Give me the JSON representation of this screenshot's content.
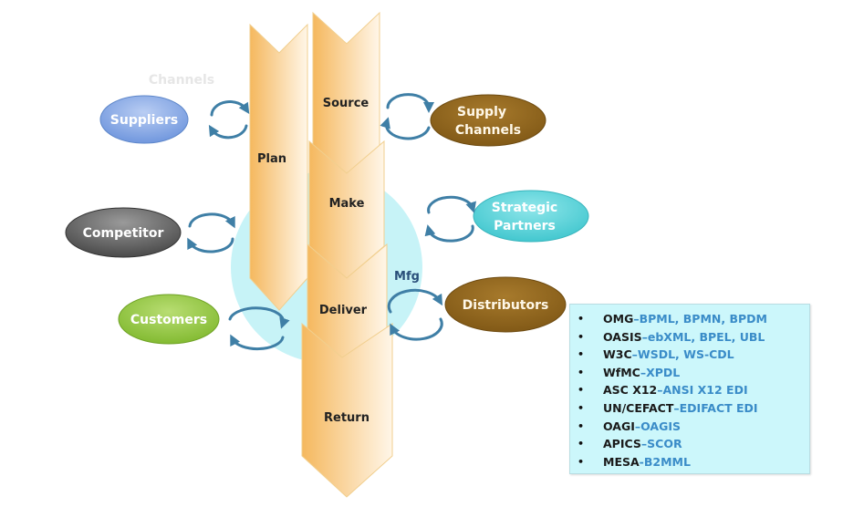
{
  "diagram": {
    "faded_label": "Channels",
    "center_label": "Mfg",
    "process_steps": [
      {
        "id": "plan",
        "label": "Plan"
      },
      {
        "id": "source",
        "label": "Source"
      },
      {
        "id": "make",
        "label": "Make"
      },
      {
        "id": "deliver",
        "label": "Deliver"
      },
      {
        "id": "return",
        "label": "Return"
      }
    ],
    "partners": [
      {
        "id": "suppliers",
        "lines": [
          "Suppliers"
        ],
        "color": "#7a9fe0"
      },
      {
        "id": "supply-channels",
        "lines": [
          "Supply",
          "Channels"
        ],
        "color": "#8e6420"
      },
      {
        "id": "competitor",
        "lines": [
          "Competitor"
        ],
        "color": "#6b6b6b"
      },
      {
        "id": "strategic-partners",
        "lines": [
          "Strategic",
          "Partners"
        ],
        "color": "#45ccd3"
      },
      {
        "id": "customers",
        "lines": [
          "Customers"
        ],
        "color": "#8cc43a"
      },
      {
        "id": "distributors",
        "lines": [
          "Distributors"
        ],
        "color": "#8e6420"
      }
    ],
    "colors": {
      "chevron": "#f5b85e",
      "hub": "#c7f3f7",
      "cycle_arrow": "#3f7fa6",
      "standards_bg": "#ccf7fb",
      "spec_text": "#3a8cc8"
    }
  },
  "standards": {
    "separator": "–",
    "items": [
      {
        "bullet": "•",
        "org": "OMG",
        "sep": " – ",
        "spec": "BPML, BPMN, BPDM"
      },
      {
        "bullet": "•",
        "org": "OASIS",
        "sep": " – ",
        "spec": "ebXML, BPEL, UBL"
      },
      {
        "bullet": "•",
        "org": "W3C",
        "sep": " – ",
        "spec": "WSDL,  WS-CDL"
      },
      {
        "bullet": "•",
        "org": "WfMC",
        "sep": " – ",
        "spec": "XPDL"
      },
      {
        "bullet": "•",
        "org": "ASC X12",
        "sep": " – ",
        "spec": "ANSI X12 EDI"
      },
      {
        "bullet": "•",
        "org": "UN/CEFACT",
        "sep": " – ",
        "spec": "EDIFACT EDI"
      },
      {
        "bullet": "•",
        "org": "OAGI",
        "sep": " – ",
        "spec": "OAGIS"
      },
      {
        "bullet": "•",
        "org": "APICS",
        "sep": " – ",
        "spec": "SCOR"
      },
      {
        "bullet": "•",
        "org": "MESA",
        "sep": " - ",
        "spec": "B2MML"
      }
    ]
  }
}
